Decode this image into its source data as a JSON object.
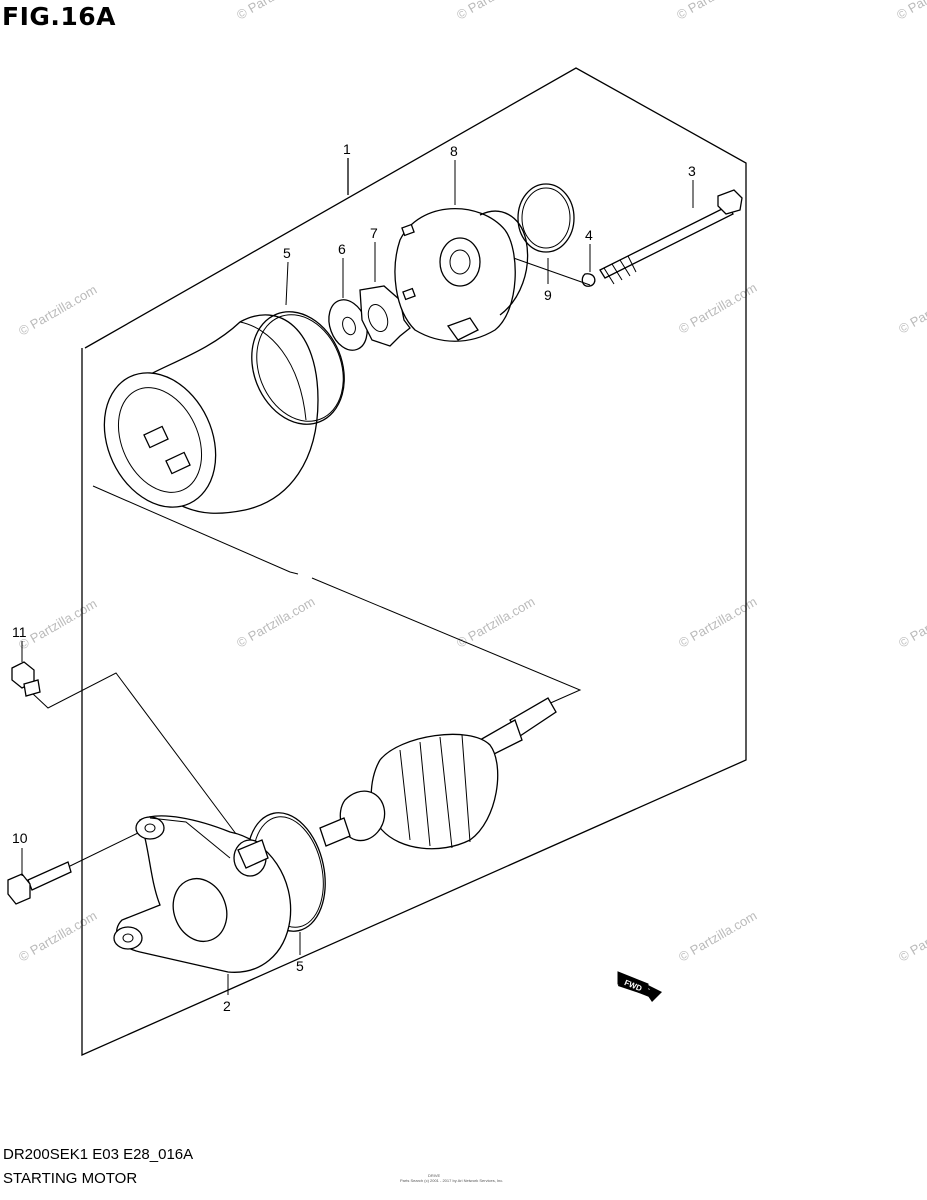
{
  "figure": {
    "title": "FIG.16A"
  },
  "caption": {
    "code": "DR200SEK1 E03 E28_016A",
    "name": "STARTING MOTOR"
  },
  "watermark": {
    "text": "© Partzilla.com"
  },
  "footer": {
    "line1": "DRIVE",
    "line2": "Parts Search (c) 2001 - 2017 by Ari Network Services, Inc."
  },
  "fwd_label": "FWD",
  "callouts": [
    "1",
    "2",
    "3",
    "4",
    "5",
    "5",
    "6",
    "7",
    "8",
    "9",
    "10",
    "11"
  ]
}
